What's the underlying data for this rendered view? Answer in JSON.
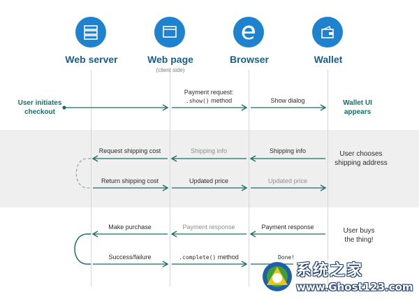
{
  "actors": [
    {
      "label": "Web server",
      "sub": "",
      "icon": "server-icon"
    },
    {
      "label": "Web page",
      "sub": "(client side)",
      "icon": "browser-window-icon"
    },
    {
      "label": "Browser",
      "sub": "",
      "icon": "edge-logo-icon"
    },
    {
      "label": "Wallet",
      "sub": "",
      "icon": "wallet-icon"
    }
  ],
  "colors": {
    "actor_circle": "#1e82cf",
    "actor_label": "#15608f",
    "arrow": "#1b6d68",
    "band": "#efefef"
  },
  "left_notes": {
    "user_initiates": "User initiates\ncheckout"
  },
  "right_notes": {
    "wallet_ui": "Wallet UI\nappears",
    "user_chooses": "User chooses\nshipping address",
    "user_buys": "User buys\nthe thing!"
  },
  "messages": {
    "payment_request_line1": "Payment request:",
    "payment_request_code": ".show()",
    "payment_request_suffix": " method",
    "show_dialog": "Show dialog",
    "request_shipping_cost": "Request shipping cost",
    "shipping_info_muted": "Shipping info",
    "shipping_info": "Shipping info",
    "return_shipping_cost": "Return shipping cost",
    "updated_price": "Updated price",
    "updated_price_muted": "Updated price",
    "make_purchase": "Make purchase",
    "payment_response_muted": "Payment response",
    "payment_response": "Payment response",
    "success_failure": "Success/failure",
    "complete_code": ".complete()",
    "complete_suffix": " method",
    "done": "Done!"
  },
  "watermark": {
    "title": "系统之家",
    "url": "www.Ghost123.com"
  }
}
